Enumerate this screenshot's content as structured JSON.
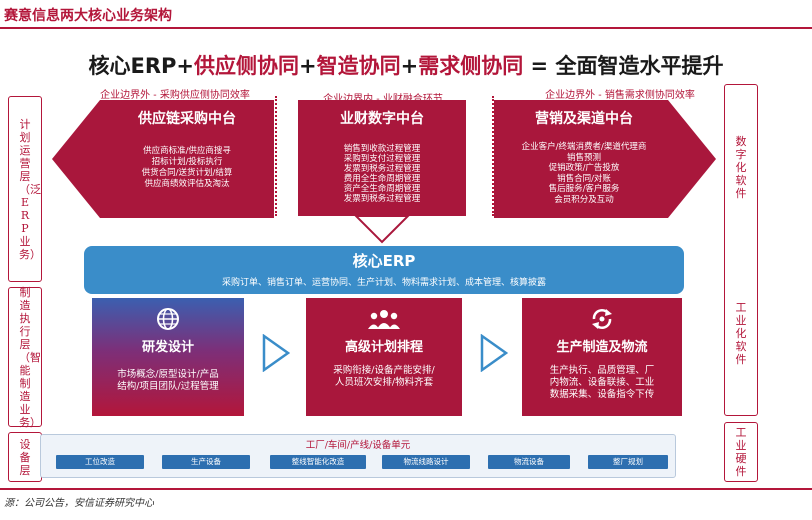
{
  "doc_title": "赛意信息两大核心业务架构",
  "headline": {
    "part1": "核心ERP+",
    "part2": "供应侧协同",
    "part3": "+",
    "part4": "智造协同",
    "part5": "+",
    "part6": "需求侧协同",
    "part7": " = 全面智造水平提升"
  },
  "layers": {
    "left": [
      {
        "label": "计划运营层（泛ERP业务）"
      },
      {
        "label": "制造执行层（智能制造业务）"
      },
      {
        "label": "设备层"
      }
    ],
    "right": [
      {
        "label": "数字化软件"
      },
      {
        "label": "工业化软件"
      },
      {
        "label": "工业硬件"
      }
    ]
  },
  "top_labels": {
    "left": "企业边界外 - 采购供应侧协同效率",
    "center": "企业边界内 - 业财融合环节",
    "right": "企业边界外 - 销售需求侧协同效率"
  },
  "panels": {
    "supply": {
      "title": "供应链采购中台",
      "items": [
        "供应商标准/供应商搜寻",
        "招标计划/投标执行",
        "供货合同/送货计划/结算",
        "供应商绩效评估及淘汰"
      ]
    },
    "finance": {
      "title": "业财数字中台",
      "items": [
        "销售到收款过程管理",
        "采购到支付过程管理",
        "发票到税务过程管理",
        "费用全生命周期管理",
        "资产全生命周期管理",
        "发票到税务过程管理"
      ]
    },
    "marketing": {
      "title": "营销及渠道中台",
      "items": [
        "企业客户/终端消费者/渠道代理商",
        "销售预测",
        "促销政策/广告投放",
        "销售合同/对账",
        "售后服务/客户服务",
        "会员积分及互动"
      ]
    }
  },
  "core_erp": {
    "title": "核心ERP",
    "desc": "采购订单、销售订单、运营协同、生产计划、物料需求计划、成本管理、核算披露"
  },
  "modules": [
    {
      "title": "研发设计",
      "desc_lines": [
        "市场概念/原型设计/产品",
        "结构/项目团队/过程管理"
      ],
      "icon": "globe-icon"
    },
    {
      "title": "高级计划排程",
      "desc_lines": [
        "采购衔接/设备产能安排/",
        "人员班次安排/物料齐套"
      ],
      "icon": "team-icon"
    },
    {
      "title": "生产制造及物流",
      "desc_lines": [
        "生产执行、品质管理、厂",
        "内物流、设备联接、工业",
        "数据采集、设备指令下传"
      ],
      "icon": "cycle-icon"
    }
  ],
  "factory": {
    "label": "工厂/车间/产线/设备单元",
    "items": [
      "工位改造",
      "生产设备",
      "整线智能化改造",
      "物流线路设计",
      "物流设备",
      "整厂规划"
    ]
  },
  "source": "源：公司公告，安信证券研究中心",
  "colors": {
    "brand_red": "#b3163a",
    "panel_red": "#a9173c",
    "erp_blue": "#3a8dc9",
    "chip_blue": "#2d6fb0"
  }
}
